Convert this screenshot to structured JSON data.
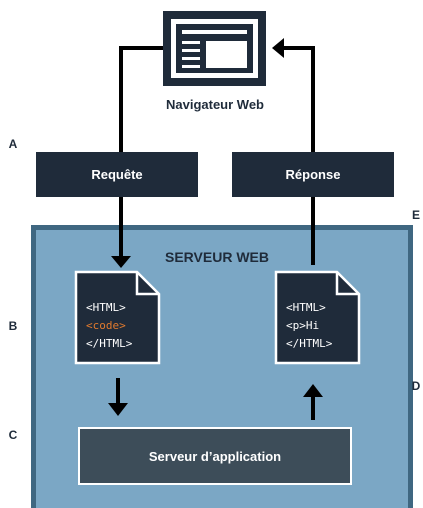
{
  "browser": {
    "label": "Navigateur Web"
  },
  "request": {
    "label": "Requête"
  },
  "response": {
    "label": "Réponse"
  },
  "server": {
    "label": "SERVEUR WEB"
  },
  "app_server": {
    "label": "Serveur d’application"
  },
  "doc_left": {
    "lines": [
      "<HTML>",
      "<code>",
      "</HTML>"
    ]
  },
  "doc_right": {
    "lines": [
      "<HTML>",
      "<p>Hi",
      "</HTML>"
    ]
  },
  "markers": {
    "a": "A",
    "b": "B",
    "c": "C",
    "d": "D",
    "e": "E"
  },
  "colors": {
    "navy": "#1f2b3a",
    "server_fill": "#7ba7c5",
    "server_border": "#3f6781",
    "app_fill": "#3d4d59",
    "code_highlight": "#e07a2e",
    "text_light": "#ffffff"
  }
}
